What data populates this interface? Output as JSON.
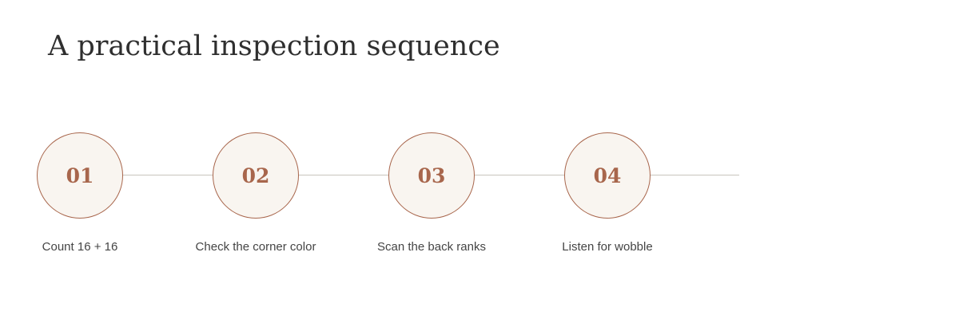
{
  "title": "A practical inspection sequence",
  "colors": {
    "accent": "#a8664c",
    "circle_fill": "#f9f5f0",
    "connector": "#c8c5bd",
    "title_text": "#2f2f2f",
    "label_text": "#454545"
  },
  "steps": [
    {
      "number": "01",
      "label": "Count 16 + 16"
    },
    {
      "number": "02",
      "label": "Check the corner color"
    },
    {
      "number": "03",
      "label": "Scan the back ranks"
    },
    {
      "number": "04",
      "label": "Listen for wobble"
    }
  ]
}
